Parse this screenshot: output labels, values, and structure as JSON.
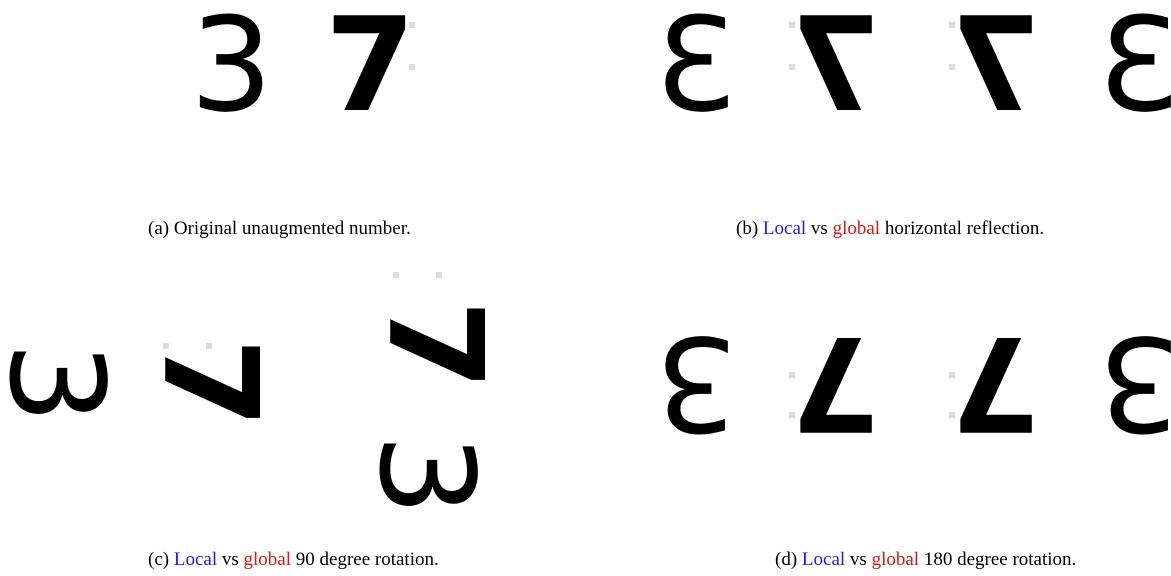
{
  "panels": [
    {
      "caption": {
        "label": "(a)",
        "text": "Original unaugmented number."
      },
      "digits": [
        "3",
        "7"
      ]
    },
    {
      "caption": {
        "label": "(b)",
        "local": "Local",
        "vs": "vs",
        "global": "global",
        "rest": "horizontal reflection."
      },
      "digits": [
        "3",
        "7",
        "7",
        "3"
      ]
    },
    {
      "caption": {
        "label": "(c)",
        "local": "Local",
        "vs": "vs",
        "global": "global",
        "rest": "90 degree rotation."
      },
      "digits": [
        "3",
        "7",
        "7",
        "3"
      ]
    },
    {
      "caption": {
        "label": "(d)",
        "local": "Local",
        "vs": "vs",
        "global": "global",
        "rest": "180 degree rotation."
      },
      "digits": [
        "3",
        "7",
        "7",
        "3"
      ]
    }
  ],
  "colors": {
    "local": "#1a1aff",
    "global": "#e01515"
  }
}
